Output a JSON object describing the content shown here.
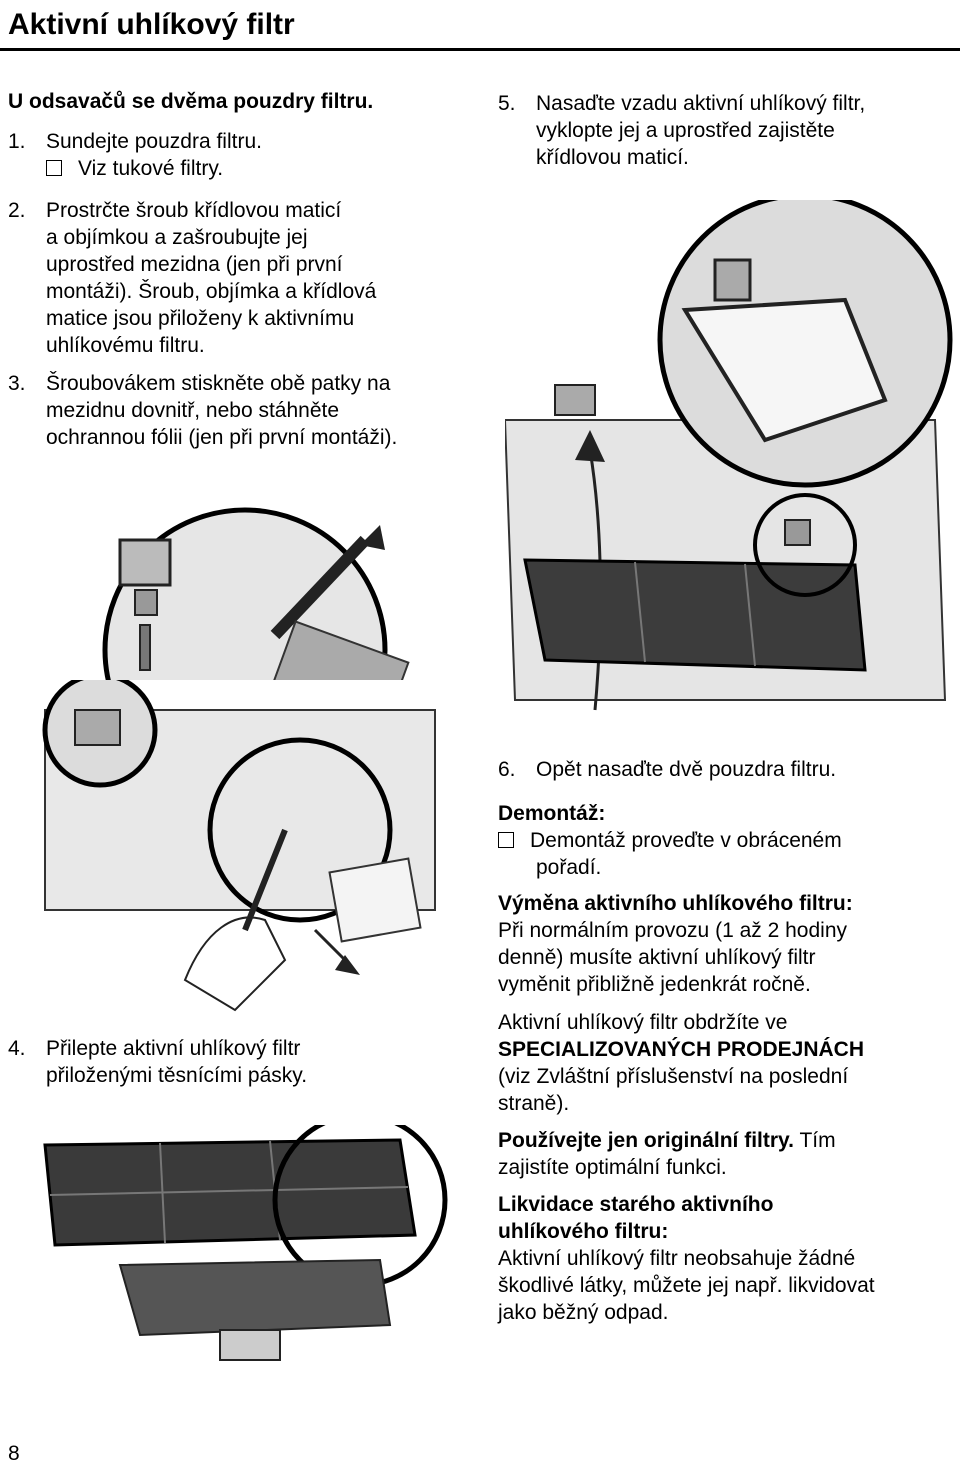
{
  "page_title": "Aktivní uhlíkový filtr",
  "intro": "U odsavačů se dvěma pouzdry filtru.",
  "steps": {
    "s1": {
      "num": "1.",
      "text": "Sundejte pouzdra filtru.",
      "check": "Viz tukové filtry."
    },
    "s2": {
      "num": "2.",
      "lines": [
        "Prostrčte šroub křídlovou maticí",
        "a objímkou a zašroubujte jej",
        "uprostřed mezidna (jen při první",
        "montáži). Šroub, objímka a křídlová",
        "matice jsou přiloženy k aktivnímu",
        "uhlíkovému filtru."
      ]
    },
    "s3": {
      "num": "3.",
      "lines": [
        "Šroubovákem stiskněte obě patky na",
        "mezidnu dovnitř, nebo stáhněte",
        "ochrannou fólii (jen při první montáži)."
      ]
    },
    "s4": {
      "num": "4.",
      "lines": [
        "Přilepte aktivní uhlíkový filtr",
        "přiloženými těsnícími pásky."
      ]
    },
    "s5": {
      "num": "5.",
      "lines": [
        "Nasaďte vzadu aktivní uhlíkový filtr,",
        "vyklopte jej a uprostřed zajistěte",
        "křídlovou maticí."
      ]
    },
    "s6": {
      "num": "6.",
      "text": "Opět nasaďte dvě pouzdra filtru."
    }
  },
  "demontaz": {
    "heading": "Demontáž:",
    "lines": [
      "Demontáž proveďte v obráceném",
      "pořadí."
    ]
  },
  "vymena": {
    "heading": "Výměna aktivního uhlíkového filtru:",
    "lines": [
      "Při normálním provozu (1 až 2 hodiny",
      "denně) musíte aktivní uhlíkový filtr",
      "vyměnit přibližně jedenkrát ročně."
    ]
  },
  "obtain": {
    "line1": "Aktivní uhlíkový filtr obdržíte ve",
    "bold": "SPECIALIZOVANÝCH PRODEJNÁCH",
    "line3": "(viz Zvláštní příslušenství na poslední",
    "line4": "straně)."
  },
  "original": {
    "bold": "Používejte jen originální filtry.",
    "rest": " Tím",
    "line2": "zajistíte optimální funkci."
  },
  "disposal": {
    "heading1": "Likvidace starého aktivního",
    "heading2": "uhlíkového filtru:",
    "lines": [
      "Aktivní uhlíkový filtr neobsahuje žádné",
      "škodlivé látky, můžete jej např. likvidovat",
      "jako běžný odpad."
    ]
  },
  "page_number": "8",
  "icons": [
    "checkbox-icon"
  ]
}
